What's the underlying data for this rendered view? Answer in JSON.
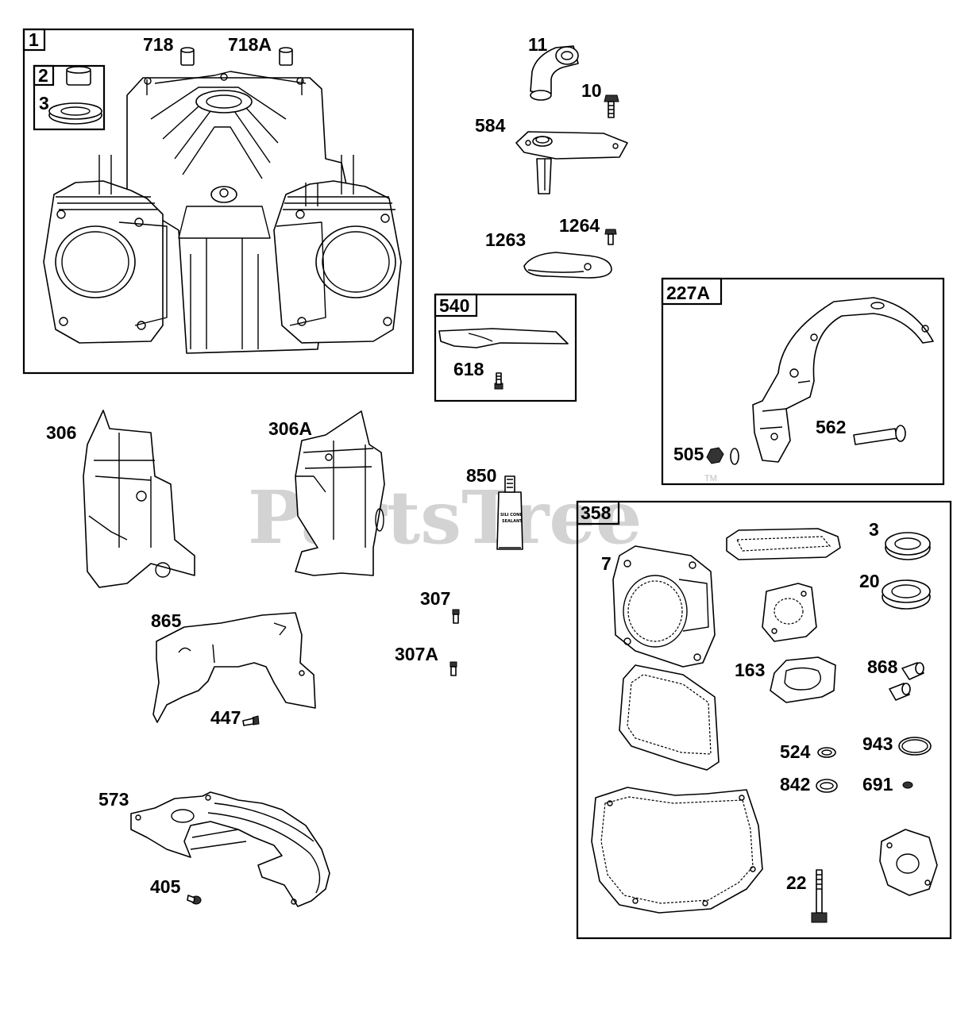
{
  "watermark": {
    "text": "PartsTree",
    "trademark": "TM"
  },
  "groups": [
    {
      "id": "1"
    },
    {
      "id": "2"
    },
    {
      "id": "540"
    },
    {
      "id": "227A"
    },
    {
      "id": "358"
    }
  ],
  "callouts": {
    "c718": "718",
    "c718A": "718A",
    "c3a": "3",
    "c11": "11",
    "c10": "10",
    "c584": "584",
    "c1263": "1263",
    "c1264": "1264",
    "c618": "618",
    "c562": "562",
    "c505": "505",
    "c306": "306",
    "c306A": "306A",
    "c850": "850",
    "c307": "307",
    "c307A": "307A",
    "c865": "865",
    "c447": "447",
    "c573": "573",
    "c405": "405",
    "c7": "7",
    "c3b": "3",
    "c20": "20",
    "c163": "163",
    "c868": "868",
    "c524": "524",
    "c943": "943",
    "c842": "842",
    "c691": "691",
    "c22": "22"
  },
  "sealant_tube": {
    "line1": "SILI CONE",
    "line2": "SEALANT"
  }
}
